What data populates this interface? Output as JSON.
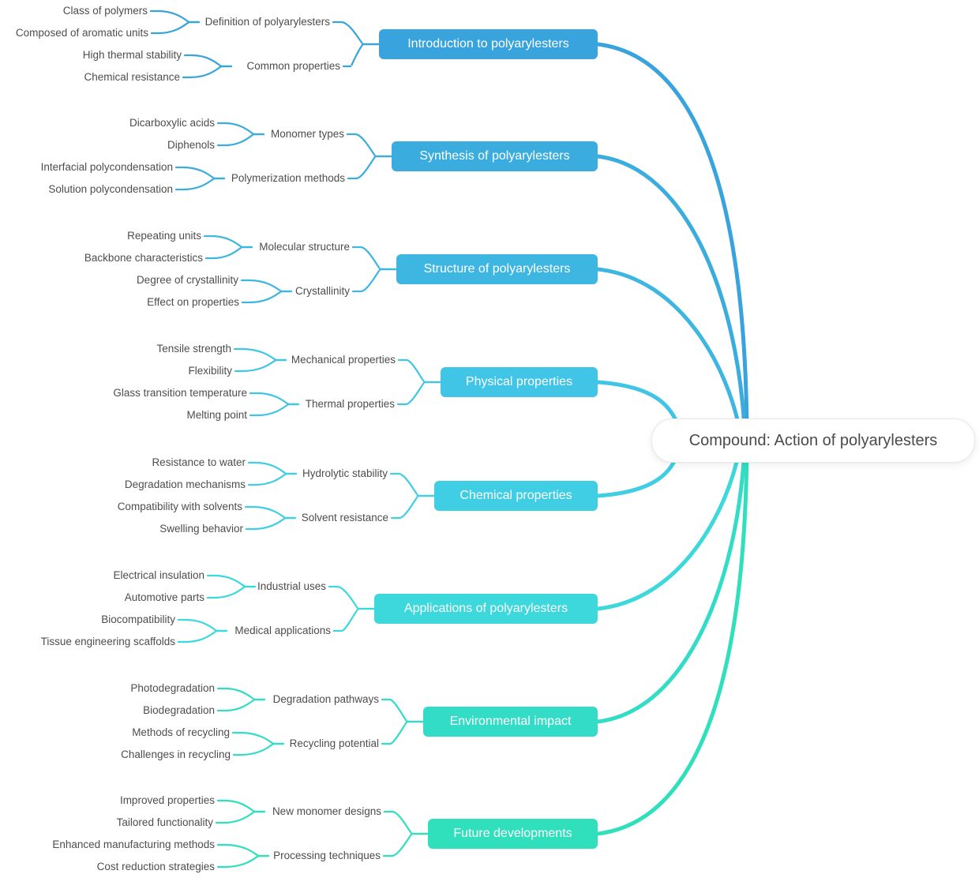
{
  "root": {
    "label": "Compound: Action of polyarylesters"
  },
  "branches": [
    {
      "label": "Introduction to polyarylesters",
      "color": "#38A3DC",
      "children": [
        {
          "label": "Definition of polyarylesters",
          "children": [
            {
              "label": "Class of polymers"
            },
            {
              "label": "Composed of aromatic units"
            }
          ]
        },
        {
          "label": "Common properties",
          "children": [
            {
              "label": "High thermal stability"
            },
            {
              "label": "Chemical resistance"
            }
          ]
        }
      ]
    },
    {
      "label": "Synthesis of polyarylesters",
      "color": "#3AACDE",
      "children": [
        {
          "label": "Monomer types",
          "children": [
            {
              "label": "Dicarboxylic acids"
            },
            {
              "label": "Diphenols"
            }
          ]
        },
        {
          "label": "Polymerization methods",
          "children": [
            {
              "label": "Interfacial polycondensation"
            },
            {
              "label": "Solution polycondensation"
            }
          ]
        }
      ]
    },
    {
      "label": "Structure of polyarylesters",
      "color": "#3DB6E1",
      "children": [
        {
          "label": "Molecular structure",
          "children": [
            {
              "label": "Repeating units"
            },
            {
              "label": "Backbone characteristics"
            }
          ]
        },
        {
          "label": "Crystallinity",
          "children": [
            {
              "label": "Degree of crystallinity"
            },
            {
              "label": "Effect on properties"
            }
          ]
        }
      ]
    },
    {
      "label": "Physical properties",
      "color": "#41C5E6",
      "children": [
        {
          "label": "Mechanical properties",
          "children": [
            {
              "label": "Tensile strength"
            },
            {
              "label": "Flexibility"
            }
          ]
        },
        {
          "label": "Thermal properties",
          "children": [
            {
              "label": "Glass transition temperature"
            },
            {
              "label": "Melting point"
            }
          ]
        }
      ]
    },
    {
      "label": "Chemical properties",
      "color": "#3FCEE3",
      "children": [
        {
          "label": "Hydrolytic stability",
          "children": [
            {
              "label": "Resistance to water"
            },
            {
              "label": "Degradation mechanisms"
            }
          ]
        },
        {
          "label": "Solvent resistance",
          "children": [
            {
              "label": "Compatibility with solvents"
            },
            {
              "label": "Swelling behavior"
            }
          ]
        }
      ]
    },
    {
      "label": "Applications of polyarylesters",
      "color": "#3CD8DC",
      "children": [
        {
          "label": "Industrial uses",
          "children": [
            {
              "label": "Electrical insulation"
            },
            {
              "label": "Automotive parts"
            }
          ]
        },
        {
          "label": "Medical applications",
          "children": [
            {
              "label": "Biocompatibility"
            },
            {
              "label": "Tissue engineering scaffolds"
            }
          ]
        }
      ]
    },
    {
      "label": "Environmental impact",
      "color": "#33DCC7",
      "children": [
        {
          "label": "Degradation pathways",
          "children": [
            {
              "label": "Photodegradation"
            },
            {
              "label": "Biodegradation"
            }
          ]
        },
        {
          "label": "Recycling potential",
          "children": [
            {
              "label": "Methods of recycling"
            },
            {
              "label": "Challenges in recycling"
            }
          ]
        }
      ]
    },
    {
      "label": "Future developments",
      "color": "#30DFBC",
      "children": [
        {
          "label": "New monomer designs",
          "children": [
            {
              "label": "Improved properties"
            },
            {
              "label": "Tailored functionality"
            }
          ]
        },
        {
          "label": "Processing techniques",
          "children": [
            {
              "label": "Enhanced manufacturing methods"
            },
            {
              "label": "Cost reduction strategies"
            }
          ]
        }
      ]
    }
  ]
}
